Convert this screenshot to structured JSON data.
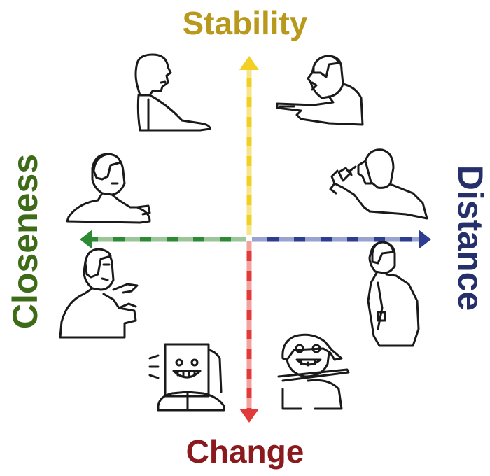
{
  "axes": {
    "top": {
      "label": "Stability",
      "color": "#b8991c"
    },
    "bottom": {
      "label": "Change",
      "color": "#8b1a1e"
    },
    "left": {
      "label": "Closeness",
      "color": "#3e6b17"
    },
    "right": {
      "label": "Distance",
      "color": "#25306b"
    }
  },
  "arrows": {
    "stability": {
      "color": "#f2cf23",
      "dash_light": "#f7e58a"
    },
    "change": {
      "color": "#e03a3a",
      "dash_light": "#f2a39d"
    },
    "closeness": {
      "color": "#2c8a34",
      "dash_light": "#9cc59a"
    },
    "distance": {
      "color": "#2e3d8f",
      "dash_light": "#9aa3d0"
    }
  },
  "figures": [
    "stern-woman-icon",
    "pointing-man-icon",
    "reaching-man-icon",
    "pleading-woman-icon",
    "gesturing-man-icon",
    "turned-away-man-icon",
    "smiling-mask-man-icon",
    "smiling-woman-icon"
  ]
}
